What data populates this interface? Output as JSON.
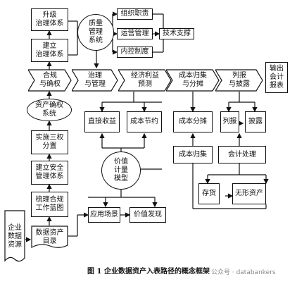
{
  "nodes": {
    "upgrade_governance": "升级\n治理体系",
    "build_governance": "建立\n治理体系",
    "quality_mgmt": "质量\n管理\n系统",
    "org_duty": "组织职责",
    "ops_mgmt": "运营管理",
    "tech_support": "技术支撑",
    "internal_control": "内控制度",
    "compliance": "合规\n与确权",
    "governance_mgmt": "治理\n与管理",
    "econ_benefit": "经济利益\n预测",
    "cost_collect": "成本归集\n与分摊",
    "report_disclose": "列报\n与披露",
    "output_statement": "输出\n会计\n报表",
    "asset_confirm": "资产确权\n系统",
    "direct_income": "直接收益",
    "cost_saving": "成本节约",
    "cost_allocation": "成本分摊",
    "cost_collection": "成本归集",
    "listing": "列报",
    "disclosure": "披露",
    "accounting": "会计处理",
    "three_rights": "实施三权\n分置",
    "security_system": "建立安全\n管理体系",
    "sort_compliance": "梳理合规\n工作蓝图",
    "value_model": "价值\n计量\n模型",
    "inventory": "存货",
    "intangible": "无形资产",
    "app_scene": "应用场景",
    "value_discover": "价值发现",
    "enterprise_resource": "企业\n数据\n资源",
    "asset_catalog": "数据资产\n目录"
  },
  "caption": "图 1  企业数据资产入表路径的概念框架",
  "watermark": "公众号 · databankers"
}
